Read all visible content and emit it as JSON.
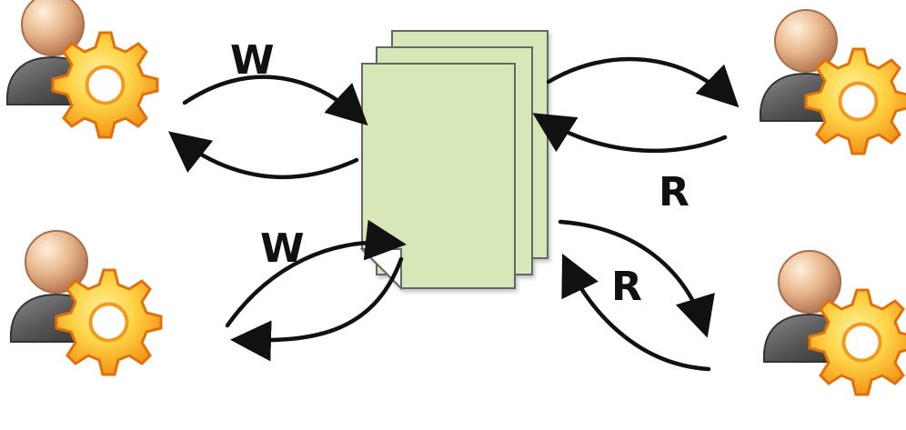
{
  "labels": {
    "write_top": "W",
    "write_bottom": "W",
    "read_top": "R",
    "read_bottom": "R"
  },
  "colors": {
    "document_fill": "#d7e8b8",
    "document_stroke": "#666666",
    "arrow": "#111111",
    "gear": "#f7a21b",
    "gear_light": "#ffd36a",
    "person_head": "#e9b98f",
    "person_body": "#555555"
  },
  "icons": [
    "user-gear-icon",
    "user-gear-icon",
    "user-gear-icon",
    "user-gear-icon",
    "document-stack-icon"
  ]
}
